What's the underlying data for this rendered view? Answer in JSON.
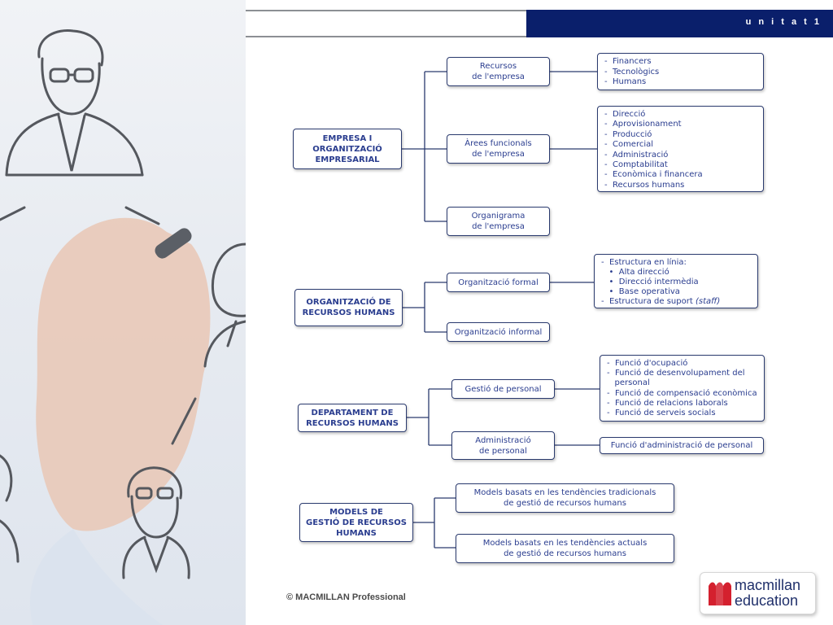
{
  "header": {
    "unit_label": "u n i t a t  1"
  },
  "diagram": {
    "section1": {
      "main": "EMPRESA I\nORGANITZACIÓ\nEMPRESARIAL",
      "branch1": "Recursos\nde l'empresa",
      "branch2": "Àrees funcionals\nde l'empresa",
      "branch3": "Organigrama\nde l'empresa",
      "list1": [
        "-  Financers",
        "-  Tecnològics",
        "-  Humans"
      ],
      "list2": [
        "-  Direcció",
        "-  Aprovisionament",
        "-  Producció",
        "-  Comercial",
        "-  Administració",
        "-  Comptabilitat",
        "-  Econòmica i financera",
        "-  Recursos humans"
      ]
    },
    "section2": {
      "main": "ORGANITZACIÓ DE\nRECURSOS HUMANS",
      "branch1": "Organització formal",
      "branch2": "Organització informal",
      "list1": [
        "-  Estructura en línia:",
        "   •  Alta direcció",
        "   •  Direcció intermèdia",
        "   •  Base operativa",
        "-  Estructura de suport"
      ],
      "list1_staff": "(staff)"
    },
    "section3": {
      "main": "DEPARTAMENT DE\nRECURSOS HUMANS",
      "branch1": "Gestió de personal",
      "branch2": "Administració\nde personal",
      "list1": [
        "-  Funció d'ocupació",
        "-  Funció de desenvolupament del",
        "   personal",
        "-  Funció de compensació econòmica",
        "-  Funció de relacions laborals",
        "-  Funció de serveis socials"
      ],
      "list2": "Funció d'administració de personal"
    },
    "section4": {
      "main": "MODELS DE\nGESTIÓ DE RECURSOS\nHUMANS",
      "branch1": "Models basats en les tendències tradicionals\nde gestió de recursos humans",
      "branch2": "Models basats en les tendències actuals\nde gestió de recursos humans"
    }
  },
  "footer": {
    "copyright": "© MACMILLAN Professional",
    "logo_line1": "macmillan",
    "logo_line2": "education"
  },
  "colors": {
    "header_blue": "#0a1f6b",
    "node_text": "#2a3d8f",
    "node_border": "#2a3a6e",
    "logo_red": "#d4202e"
  }
}
